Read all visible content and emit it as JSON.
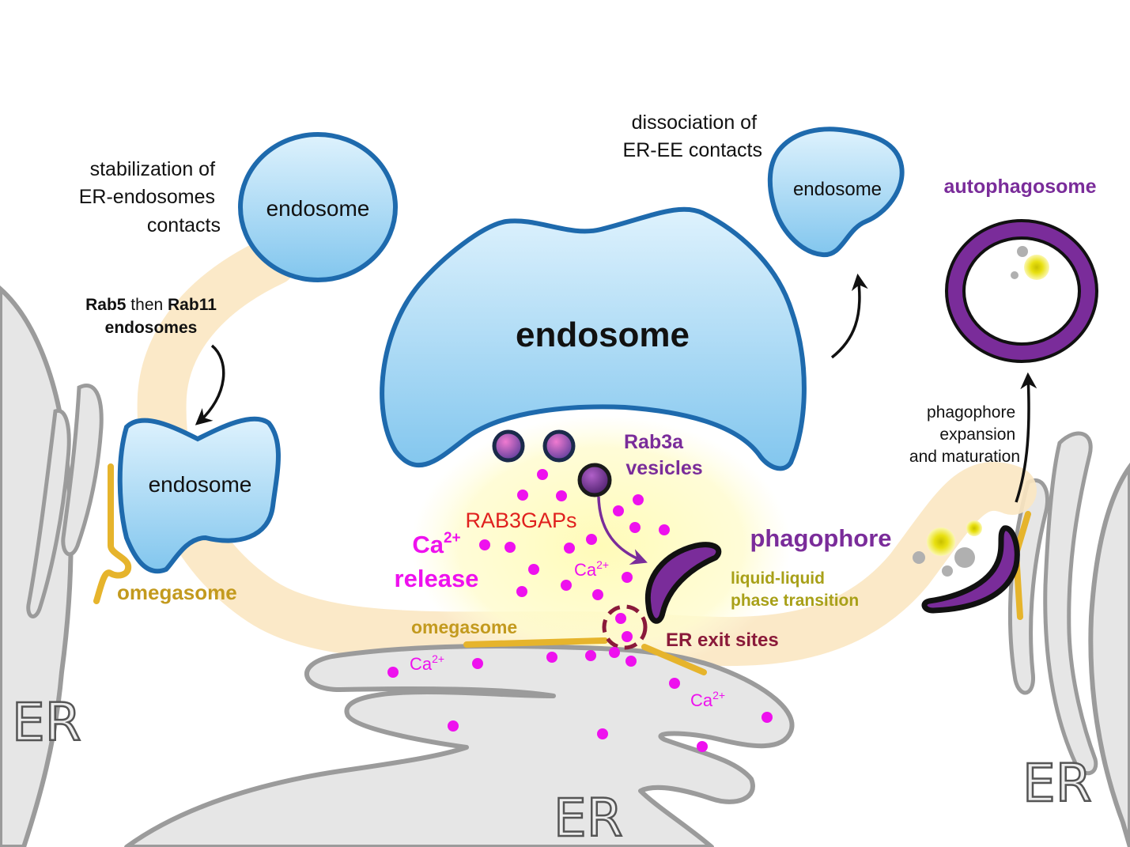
{
  "labels": {
    "stabilization_l1": "stabilization of",
    "stabilization_l2": "ER-endosomes",
    "stabilization_l3": "contacts",
    "rab5": "Rab5",
    "then": " then ",
    "rab11": "Rab11",
    "endosomes_word": "endosomes",
    "endosome_top_left": "endosome",
    "endosome_left": "endosome",
    "endosome_center": "endosome",
    "endosome_top_right": "endosome",
    "dissociation_l1": "dissociation of",
    "dissociation_l2": "ER-EE contacts",
    "autophagosome": "autophagosome",
    "phagophore_exp_l1": "phagophore",
    "phagophore_exp_l2": "expansion",
    "phagophore_exp_l3": "and maturation",
    "rab3a_l1": "Rab3a",
    "rab3a_l2": "vesicles",
    "rab3gaps": "RAB3GAPs",
    "ca_release_ca": "Ca",
    "ca_release_sup": "2+",
    "ca_release_word": "release",
    "ca_small": "Ca",
    "ca_small_sup": "2+",
    "phagophore": "phagophore",
    "llpt_l1": "liquid-liquid",
    "llpt_l2": "phase transition",
    "omegasome_left": "omegasome",
    "omegasome_center": "omegasome",
    "er_exit_sites": "ER exit sites",
    "er_left": "ER",
    "er_bottom": "ER",
    "er_right": "ER"
  },
  "colors": {
    "endosome_fill": "#8cccf0",
    "endosome_stroke": "#1e6aad",
    "er_fill": "#e6e6e6",
    "er_stroke": "#9b9b9b",
    "magenta": "#ee11ee",
    "purple": "#7a2c9a",
    "omegasome": "#e6b42c",
    "omegasome_text": "#c39a1e",
    "rab3gaps_red": "#e0201e",
    "er_exit_maroon": "#8a1a3a",
    "llpt_olive": "#a8a018",
    "track": "#fbe7c2",
    "halo": "#fffbc8"
  }
}
